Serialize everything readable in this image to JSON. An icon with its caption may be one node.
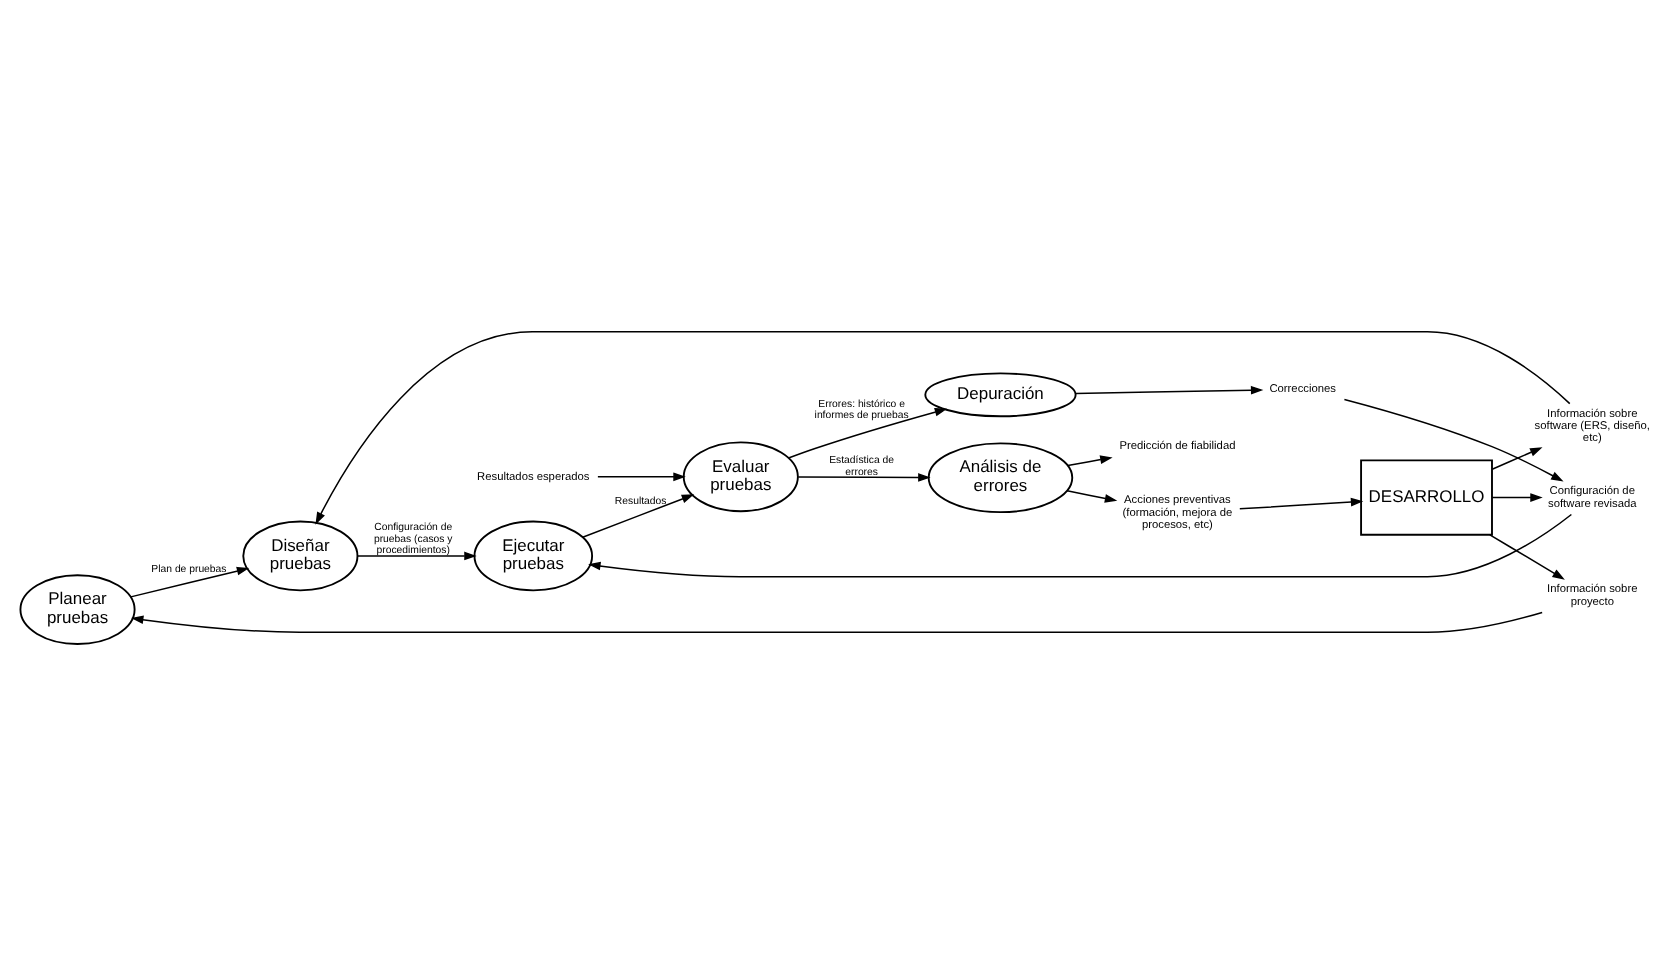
{
  "diagram": {
    "nodes": [
      {
        "text": [
          "Planear pruebas"
        ]
      },
      {
        "text": [
          "Diseñar pruebas"
        ]
      },
      {
        "text": [
          "Ejecutar pruebas"
        ]
      },
      {
        "text": [
          "Información sobre proyecto"
        ]
      },
      {
        "text": [
          "Información sobre software (ERS, diseño, etc)"
        ]
      },
      {
        "text": [
          "Configuración de software revisada"
        ]
      },
      {
        "text": [
          "DESARROLLO"
        ]
      },
      {
        "text": [
          "Correcciones"
        ]
      },
      {
        "text": [
          "Resultados esperados"
        ]
      },
      {
        "text": [
          "Depuración"
        ]
      },
      {
        "text": [
          "Evaluar pruebas"
        ]
      },
      {
        "text": [
          "Acciones preventivas (formación, mejora de procesos, etc)"
        ]
      },
      {
        "text": [
          "Análisis de errores"
        ]
      },
      {
        "text": [
          "Predicción de fiabilidad"
        ]
      }
    ],
    "edges": [
      {
        "from": 0,
        "to": 1,
        "arrow": "to",
        "label": "Plan de pruebas"
      },
      {
        "from": 1,
        "to": 2,
        "arrow": "to",
        "label": "Configuración de pruebas (casos y procedimientos)"
      },
      {
        "from": 6,
        "to": 3,
        "arrow": "to"
      },
      {
        "from": 3,
        "to": 0,
        "arrow": "to"
      },
      {
        "from": 6,
        "to": 4,
        "arrow": "to"
      },
      {
        "from": 4,
        "to": 1,
        "arrow": "to"
      },
      {
        "from": 6,
        "to": 5,
        "arrow": "to"
      },
      {
        "from": 5,
        "to": 2,
        "arrow": "to"
      },
      {
        "from": 2,
        "to": 10,
        "arrow": "to",
        "label": "Resultados"
      },
      {
        "from": 8,
        "to": 10,
        "arrow": "to"
      },
      {
        "from": 10,
        "to": 9,
        "arrow": "to",
        "label": "Errores: histórico e informes de pruebas"
      },
      {
        "from": 9,
        "to": 7,
        "arrow": "to"
      },
      {
        "from": 7,
        "to": 5,
        "arrow": "to"
      },
      {
        "from": 10,
        "to": 12,
        "arrow": "to",
        "label": "Estadística de errores"
      },
      {
        "from": 12,
        "to": 11,
        "arrow": "to"
      },
      {
        "from": 11,
        "to": 6,
        "arrow": "to"
      },
      {
        "from": 12,
        "to": 13,
        "arrow": "to"
      }
    ]
  }
}
